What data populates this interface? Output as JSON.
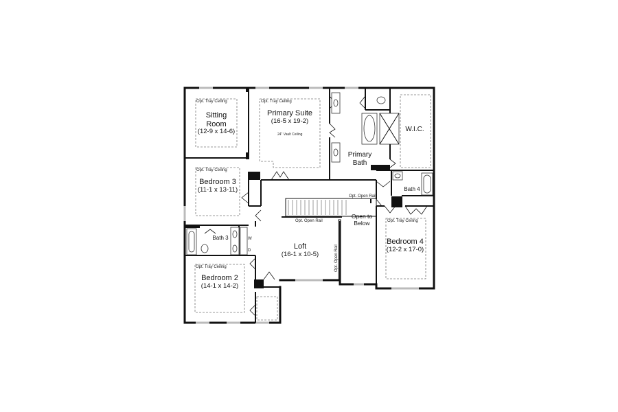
{
  "floor_plan": {
    "rooms": [
      {
        "id": "sitting-room",
        "name_line1": "Sitting",
        "name_line2": "Room",
        "dims": "(12-9 x 14-6)",
        "note": "Opt. Tray Ceiling"
      },
      {
        "id": "primary-suite",
        "name": "Primary Suite",
        "dims": "(16-5 x 19-2)",
        "note": "Opt. Tray Ceiling",
        "sub_note": "24\" Vault Ceiling"
      },
      {
        "id": "primary-bath",
        "name_line1": "Primary",
        "name_line2": "Bath"
      },
      {
        "id": "wic",
        "name": "W.I.C."
      },
      {
        "id": "bedroom-3",
        "name": "Bedroom 3",
        "dims": "(11-1 x 13-11)",
        "note": "Opt. Tray Ceiling"
      },
      {
        "id": "bath-3",
        "name": "Bath 3"
      },
      {
        "id": "bath-4",
        "name": "Bath 4"
      },
      {
        "id": "loft",
        "name": "Loft",
        "dims": "(16-1 x 10-5)"
      },
      {
        "id": "open-to-below",
        "name_line1": "Open to",
        "name_line2": "Below"
      },
      {
        "id": "bedroom-4",
        "name": "Bedroom 4",
        "dims": "(12-2 x 17-0)",
        "note": "Opt. Tray Ceiling"
      },
      {
        "id": "bedroom-2",
        "name": "Bedroom 2",
        "dims": "(14-1 x 14-2)",
        "note": "Opt. Tray Ceiling"
      }
    ],
    "annotations": {
      "open_rail_top": "Opt. Open Rail",
      "open_rail_stair": "Opt. Open Rail",
      "open_rail_vertical": "Opt. Open Rail",
      "washer": "W",
      "dryer": "D"
    }
  }
}
